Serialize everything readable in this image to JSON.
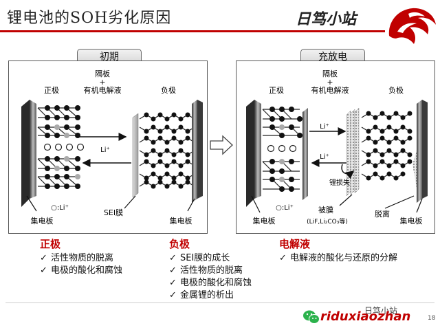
{
  "header": {
    "title": "锂电池的SOH劣化原因",
    "brand": "日笃小站"
  },
  "panel_initial": {
    "title": "初期",
    "separator_label": "隔板\n+\n有机电解液",
    "sep_line1": "隔板",
    "sep_line2": "+",
    "sep_line3": "有机电解液",
    "positive": "正极",
    "negative": "负极",
    "ion": "Li⁺",
    "legend": "○:Li⁺",
    "sei": "SEI膜",
    "collector_left": "集电板",
    "collector_right": "集电板"
  },
  "panel_charge": {
    "title": "充放电",
    "sep_line1": "隔板",
    "sep_line2": "+",
    "sep_line3": "有机电解液",
    "positive": "正极",
    "negative": "负极",
    "ion1": "Li⁺",
    "ion2": "Li⁺",
    "loss": "锂损失",
    "legend": "○:Li⁺",
    "film": "被膜",
    "film_detail": "(LiF,Li₂CO₃等)",
    "detach": "脱离",
    "collector_left": "集电板",
    "collector_right": "集电板"
  },
  "causes": {
    "positive": {
      "heading": "正极",
      "items": [
        "活性物质的脱离",
        "电极的酸化和腐蚀"
      ]
    },
    "negative": {
      "heading": "负极",
      "items": [
        "SEI膜的成长",
        "活性物质的脱离",
        "电极的酸化和腐蚀",
        "金属锂的析出"
      ]
    },
    "electrolyte": {
      "heading": "电解液",
      "items": [
        "电解液的酸化与还原的分解"
      ]
    },
    "check": "✓"
  },
  "footer": {
    "wechat_note": "日笃小站",
    "site": "riduxiaozhan",
    "page": "18"
  },
  "colors": {
    "accent": "#c00000",
    "panel_border": "#555555"
  }
}
